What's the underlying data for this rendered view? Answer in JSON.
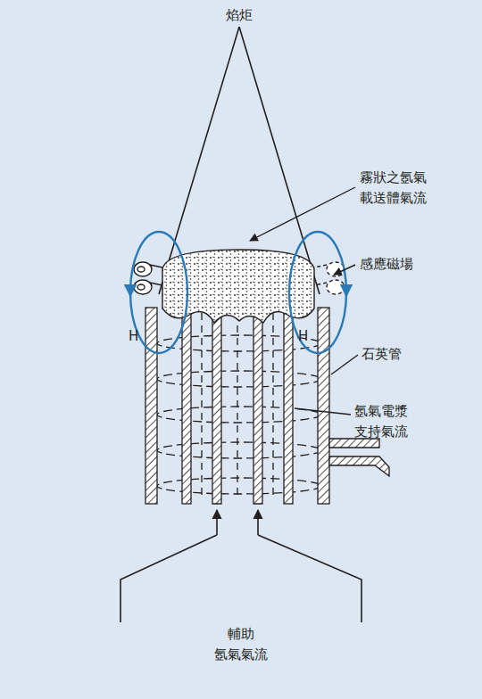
{
  "diagram": {
    "labels": [
      "焰炬",
      "霧狀之氬氣 載送體氣流",
      "感應磁場",
      "H",
      "H",
      "石英管",
      "氬氣電漿 支持氣流",
      "輔助 氬氣氣流"
    ]
  }
}
